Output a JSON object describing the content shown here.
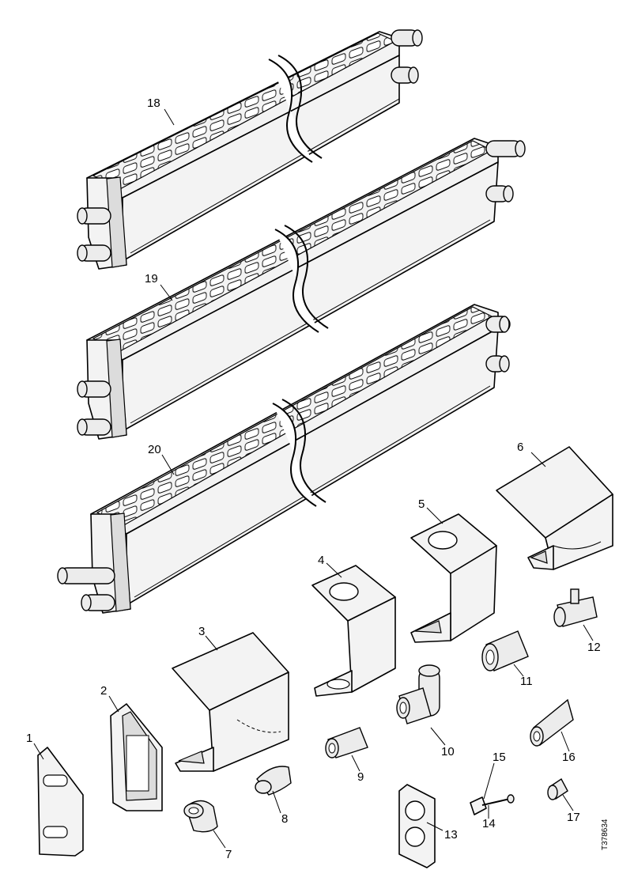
{
  "diagram": {
    "callouts": {
      "c1": "1",
      "c2": "2",
      "c3": "3",
      "c4": "4",
      "c5": "5",
      "c6": "6",
      "c7": "7",
      "c8": "8",
      "c9": "9",
      "c10": "10",
      "c11": "11",
      "c12": "12",
      "c13": "13",
      "c14": "14",
      "c15": "15",
      "c16": "16",
      "c17": "17",
      "c18": "18",
      "c19": "19",
      "c20": "20"
    },
    "reference_code": "T378634"
  }
}
